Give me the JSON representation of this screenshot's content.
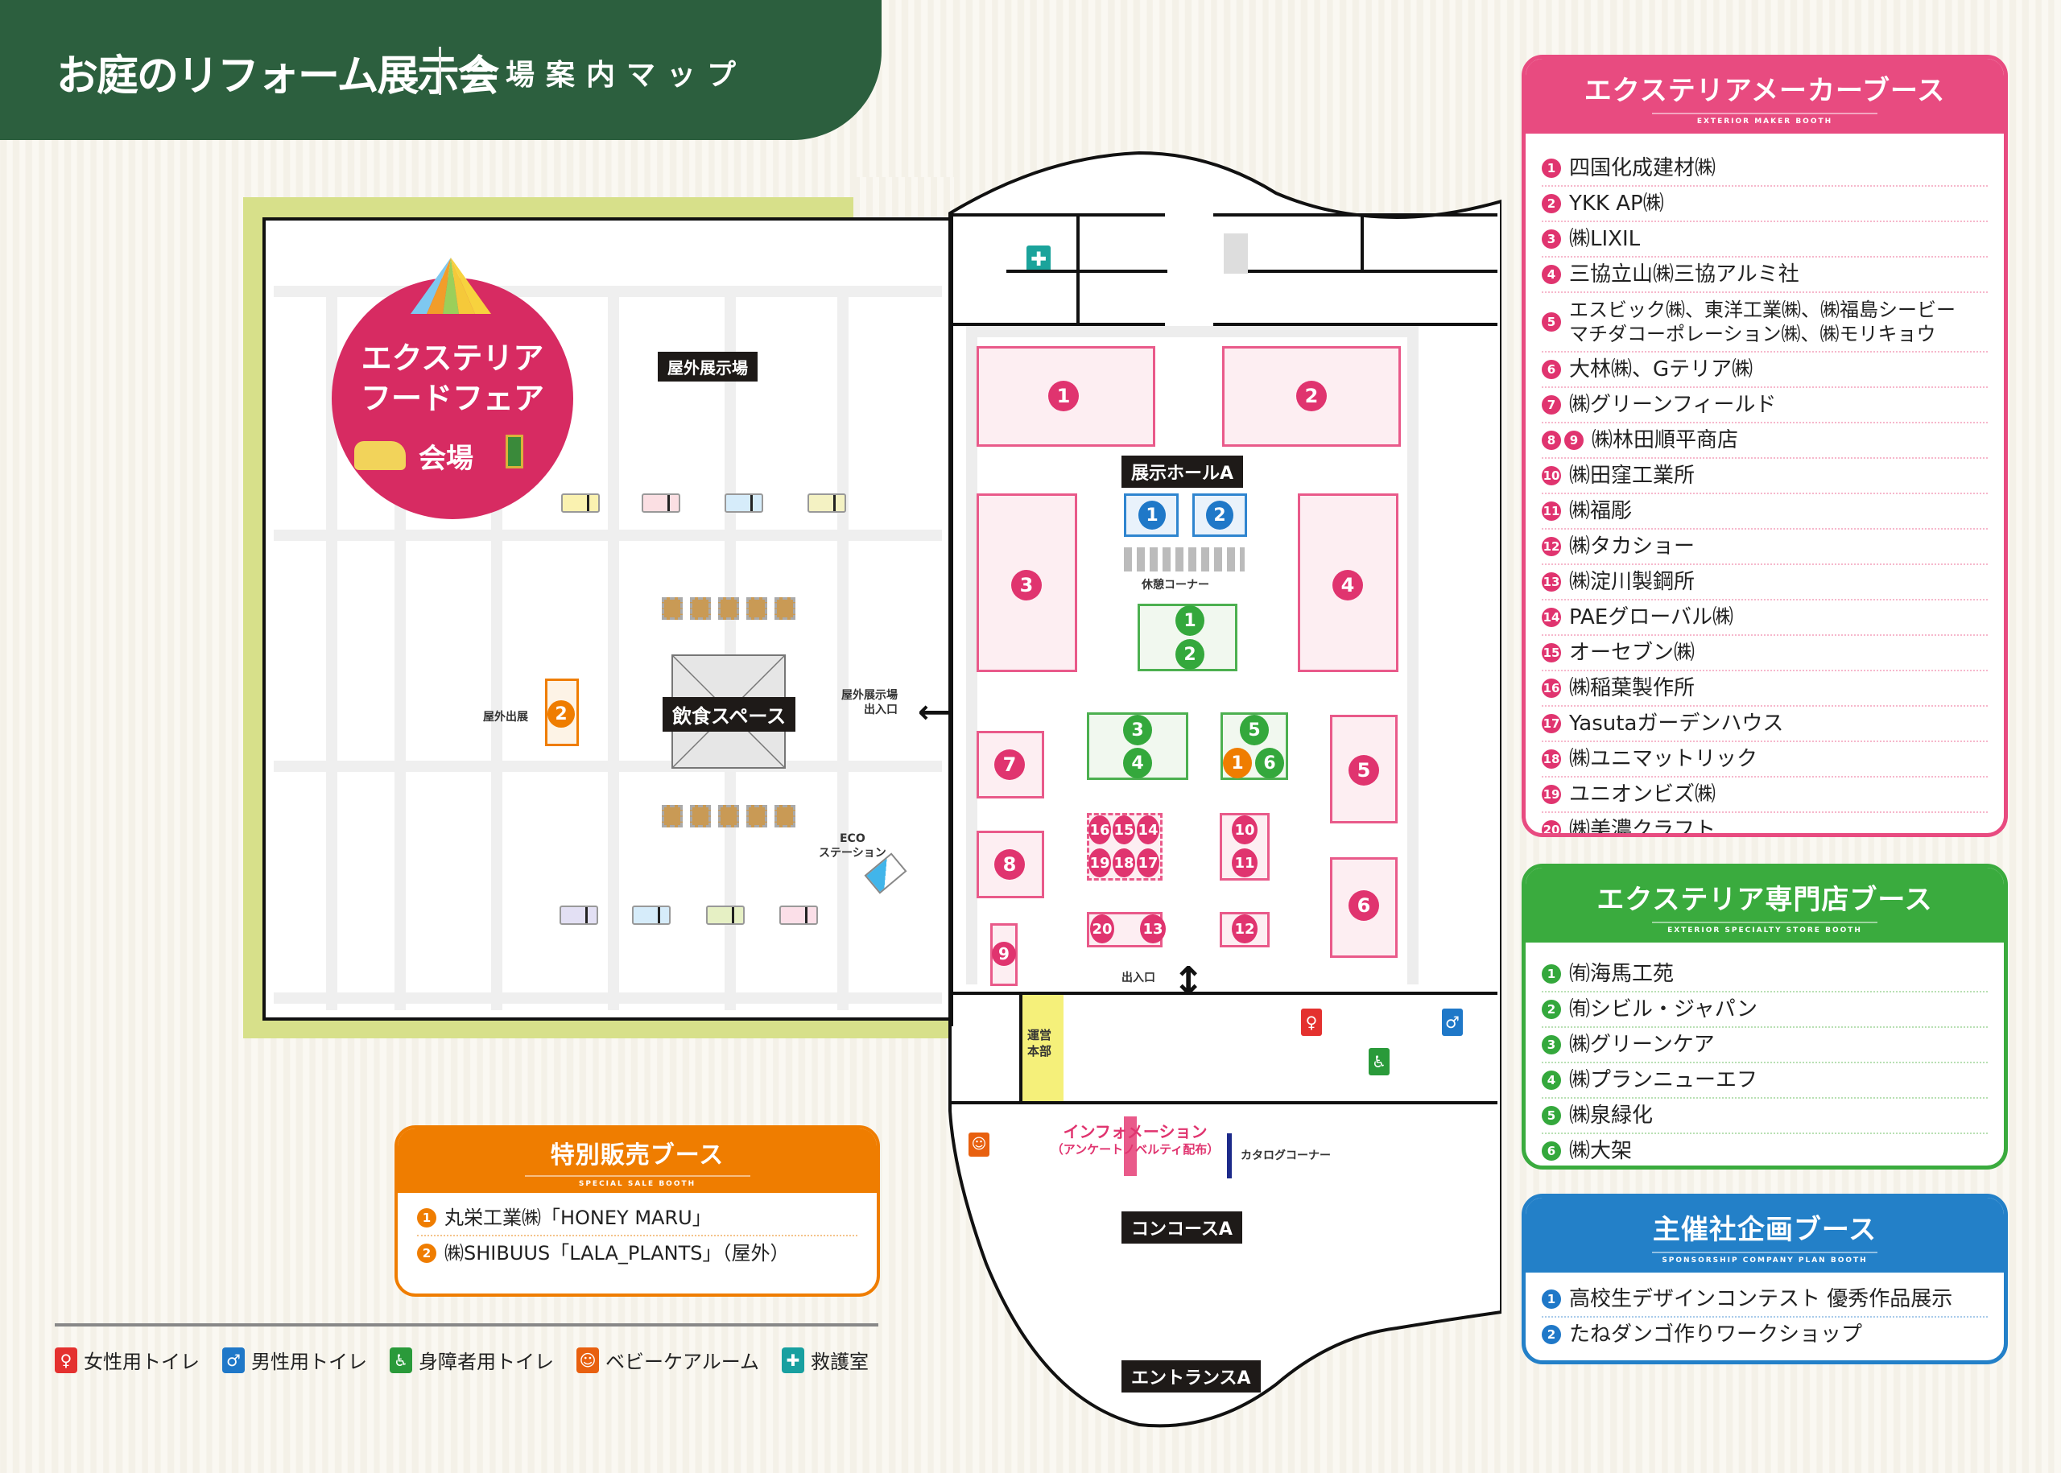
{
  "header": {
    "title": "お庭のリフォーム展示会",
    "subtitle": "会場案内マップ",
    "bg_color": "#2c5f3e"
  },
  "outdoor": {
    "area_label": "屋外展示場",
    "food_fair": {
      "line1": "エクステリア",
      "line2": "フードフェア",
      "venue": "会場",
      "color": "#d72b62"
    },
    "dining_label": "飲食スペース",
    "outdoor_booth_label": "屋外出展",
    "outdoor_booth_number": "2",
    "eco_label_1": "ECO",
    "eco_label_2": "ステーション",
    "entrance_label_1": "屋外展示場",
    "entrance_label_2": "出入口"
  },
  "hall": {
    "name": "展示ホールA",
    "rest_corner": "休憩コーナー",
    "entrance": "出入口",
    "hq_label_1": "運営",
    "hq_label_2": "本部",
    "info_label": "インフォメーション",
    "info_sub": "（アンケートノベルティ配布）",
    "catalog_label": "カタログコーナー",
    "concourse": "コンコースA",
    "entrance_a": "エントランスA",
    "booths_pink": [
      "1",
      "2",
      "3",
      "4",
      "5",
      "6",
      "7",
      "8",
      "9",
      "10",
      "11",
      "12",
      "13",
      "14",
      "15",
      "16",
      "17",
      "18",
      "19",
      "20"
    ],
    "booths_green": [
      "1",
      "2",
      "3",
      "4",
      "5",
      "6"
    ],
    "booths_blue": [
      "1",
      "2"
    ],
    "booths_orange": [
      "1"
    ]
  },
  "special_sale": {
    "title": "特別販売ブース",
    "subtitle": "SPECIAL SALE BOOTH",
    "color": "#ef7d00",
    "items": [
      {
        "num": "1",
        "name": "丸栄工業㈱「HONEY MARU」"
      },
      {
        "num": "2",
        "name": "㈱SHIBUUS「LALA_PLANTS」（屋外）"
      }
    ]
  },
  "legend": [
    {
      "icon": "female-toilet-icon",
      "glyph": "♀",
      "color": "#e4312f",
      "label": "女性用トイレ"
    },
    {
      "icon": "male-toilet-icon",
      "glyph": "♂",
      "color": "#1f78c8",
      "label": "男性用トイレ"
    },
    {
      "icon": "accessible-toilet-icon",
      "glyph": "♿",
      "color": "#2a9a3a",
      "label": "身障者用トイレ"
    },
    {
      "icon": "baby-care-icon",
      "glyph": "☺",
      "color": "#e8600f",
      "label": "ベビーケアルーム"
    },
    {
      "icon": "first-aid-icon",
      "glyph": "✚",
      "color": "#18a0a0",
      "label": "救護室"
    }
  ],
  "maker_booth": {
    "title": "エクステリアメーカーブース",
    "subtitle": "EXTERIOR MAKER BOOTH",
    "color": "#e84b80",
    "items": [
      {
        "num": "1",
        "name": "四国化成建材㈱"
      },
      {
        "num": "2",
        "name": "YKK AP㈱"
      },
      {
        "num": "3",
        "name": "㈱LIXIL"
      },
      {
        "num": "4",
        "name": "三協立山㈱三協アルミ社"
      },
      {
        "num": "5",
        "name": "エスビック㈱、東洋工業㈱、㈱福島シービー",
        "name2": "マチダコーポレーション㈱、㈱モリキョウ"
      },
      {
        "num": "6",
        "name": "大林㈱、Gテリア㈱"
      },
      {
        "num": "7",
        "name": "㈱グリーンフィールド"
      },
      {
        "num": "8",
        "num2": "9",
        "name": "㈱林田順平商店"
      },
      {
        "num": "10",
        "name": "㈱田窪工業所"
      },
      {
        "num": "11",
        "name": "㈱福彫"
      },
      {
        "num": "12",
        "name": "㈱タカショー"
      },
      {
        "num": "13",
        "name": "㈱淀川製鋼所"
      },
      {
        "num": "14",
        "name": "PAEグローバル㈱"
      },
      {
        "num": "15",
        "name": "オーセブン㈱"
      },
      {
        "num": "16",
        "name": "㈱稲葉製作所"
      },
      {
        "num": "17",
        "name": "Yasutaガーデンハウス"
      },
      {
        "num": "18",
        "name": "㈱ユニマットリック"
      },
      {
        "num": "19",
        "name": "ユニオンビズ㈱"
      },
      {
        "num": "20",
        "name": "㈱美濃クラフト"
      }
    ]
  },
  "specialty_booth": {
    "title": "エクステリア専門店ブース",
    "subtitle": "EXTERIOR SPECIALTY STORE BOOTH",
    "color": "#3aab3e",
    "items": [
      {
        "num": "1",
        "name": "㈲海馬工苑"
      },
      {
        "num": "2",
        "name": "㈲シビル・ジャパン"
      },
      {
        "num": "3",
        "name": "㈱グリーンケア"
      },
      {
        "num": "4",
        "name": "㈱プランニューエフ"
      },
      {
        "num": "5",
        "name": "㈱泉緑化"
      },
      {
        "num": "6",
        "name": "㈱大架"
      }
    ]
  },
  "sponsor_booth": {
    "title": "主催社企画ブース",
    "subtitle": "SPONSORSHIP COMPANY PLAN BOOTH",
    "color": "#2380c8",
    "items": [
      {
        "num": "1",
        "name": "高校生デザインコンテスト 優秀作品展示"
      },
      {
        "num": "2",
        "name": "たねダンゴ作りワークショップ"
      }
    ]
  }
}
